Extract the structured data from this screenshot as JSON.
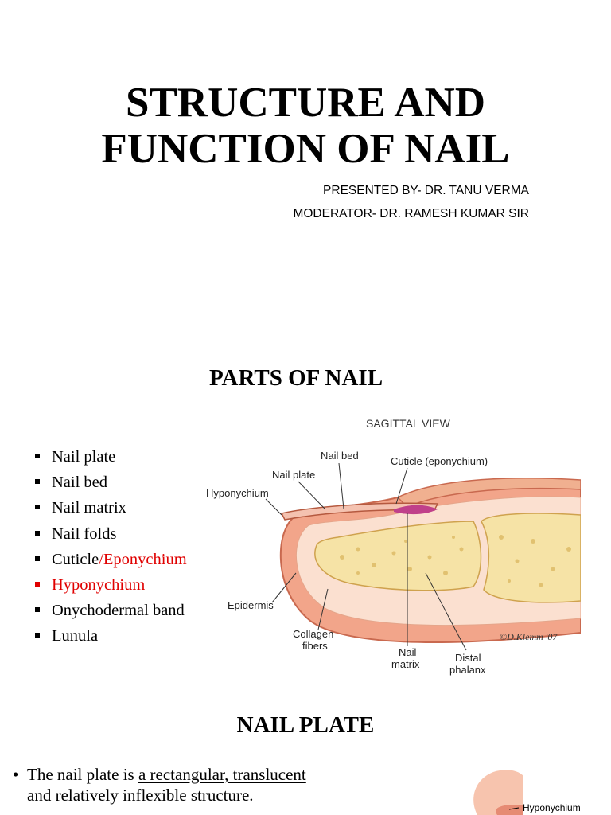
{
  "slide1": {
    "title_line1": "STRUCTURE AND",
    "title_line2": "FUNCTION OF NAIL",
    "presenter": "PRESENTED BY- DR. TANU VERMA",
    "moderator": "MODERATOR- DR. RAMESH KUMAR SIR"
  },
  "slide2": {
    "heading": "PARTS OF NAIL",
    "items": [
      {
        "text": "Nail plate"
      },
      {
        "text": "Nail bed"
      },
      {
        "text": "Nail matrix"
      },
      {
        "text": "Nail folds"
      },
      {
        "text_a": "Cuticle",
        "text_b": "/Eponychium"
      },
      {
        "text": "Hyponychium"
      },
      {
        "text": "Onychodermal band"
      },
      {
        "text": "Lunula"
      }
    ],
    "diagram": {
      "view_title": "SAGITTAL VIEW",
      "labels": {
        "nail_bed": "Nail bed",
        "cuticle": "Cuticle (eponychium)",
        "nail_plate": "Nail plate",
        "hyponychium": "Hyponychium",
        "epidermis": "Epidermis",
        "collagen_line1": "Collagen",
        "collagen_line2": "fibers",
        "matrix_line1": "Nail",
        "matrix_line2": "matrix",
        "distal_line1": "Distal",
        "distal_line2": "phalanx",
        "credit": "©D.Klemm '07"
      }
    }
  },
  "slide3": {
    "heading": "NAIL PLATE",
    "bullet": "•",
    "text_a": "The nail plate is ",
    "text_underlined": "a rectangular, translucent",
    "text_line2": "and relatively inflexible structure.",
    "figure_label": "Hyponychium"
  },
  "colors": {
    "skin": "#f2a58a",
    "skin_dark": "#d8785e",
    "bone": "#f6e3a6",
    "bone_spot": "#d9b45a",
    "matrix": "#c0408a",
    "emphasis": "#e00000"
  }
}
